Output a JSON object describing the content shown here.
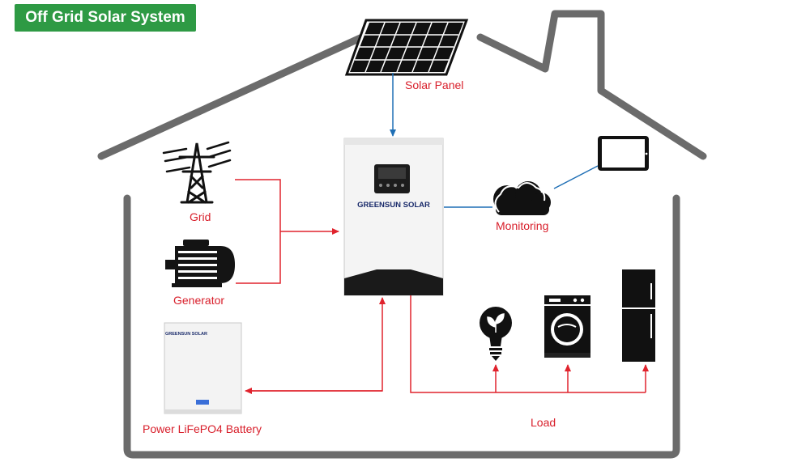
{
  "title": "Off Grid Solar System",
  "labels": {
    "solar_panel": "Solar Panel",
    "grid": "Grid",
    "generator": "Generator",
    "monitoring": "Monitoring",
    "battery": "Power LiFePO4 Battery",
    "load": "Load"
  },
  "brand": {
    "inverter": "GREENSUN SOLAR",
    "battery": "GREENSUN SOLAR"
  },
  "colors": {
    "title_bg": "#2e9a44",
    "arrow_red": "#e0232d",
    "arrow_blue": "#1f6fb5",
    "house_outline": "#6b6b6b"
  }
}
